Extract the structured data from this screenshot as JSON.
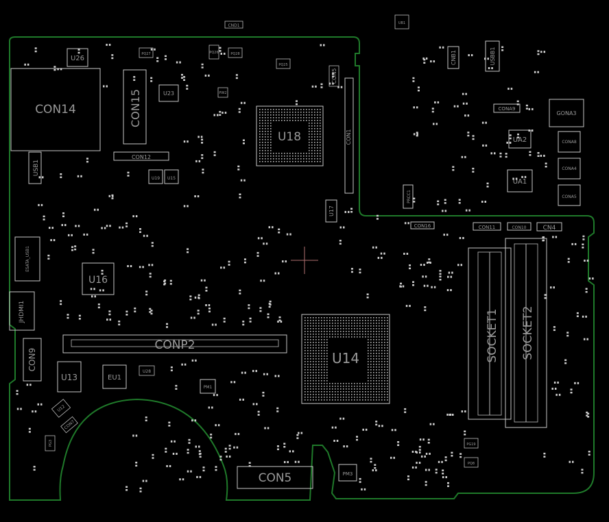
{
  "colors": {
    "background": "#000000",
    "board_outline": "#1f7a2a",
    "silkscreen": "#c8c8c8",
    "label": "#9a9a9a",
    "crosshair": "#b07070"
  },
  "labels": {
    "con14": "CON14",
    "u26": "U26",
    "con15": "CON15",
    "u23": "U23",
    "con12": "CON12",
    "u19": "U19",
    "u15": "U15",
    "u18": "U18",
    "con1": "CON1",
    "con1_side": "CON1",
    "usb1": "USB1",
    "u17": "U17",
    "u16": "U16",
    "esata_usb1": "ESATA_USB1",
    "jhdmi1": "JHDMI1",
    "conp2": "CONP2",
    "con9": "CON9",
    "u13": "U13",
    "eu1": "EU1",
    "u28": "U28",
    "pm1": "PM1",
    "u14": "U14",
    "con5": "CON5",
    "pm3": "PM3",
    "u12": "U12",
    "con7": "CON7",
    "pg3": "PG3",
    "ub1": "UB1",
    "cnb1": "CNB1",
    "usbb1": "USBB1",
    "cona9": "CONA9",
    "gona3": "GONA3",
    "ua2": "UA2",
    "cona8": "CONA8",
    "cona4": "CONA4",
    "cona5": "CONA5",
    "ua1": "UA1",
    "prcc1": "PRCC1",
    "con16": "CON16",
    "con11": "CON11",
    "con10": "CON10",
    "cn4": "CN4",
    "socket1": "SOCKET1",
    "socket2": "SOCKET2",
    "pg19": "PG19",
    "pq8": "PQ8",
    "pq27": "PQ27",
    "pq28": "PQ28",
    "pq26": "PQ26",
    "pq25": "PQ25",
    "pw2": "PW2",
    "cnd1": "CND1",
    "con5_side": "CON5"
  }
}
